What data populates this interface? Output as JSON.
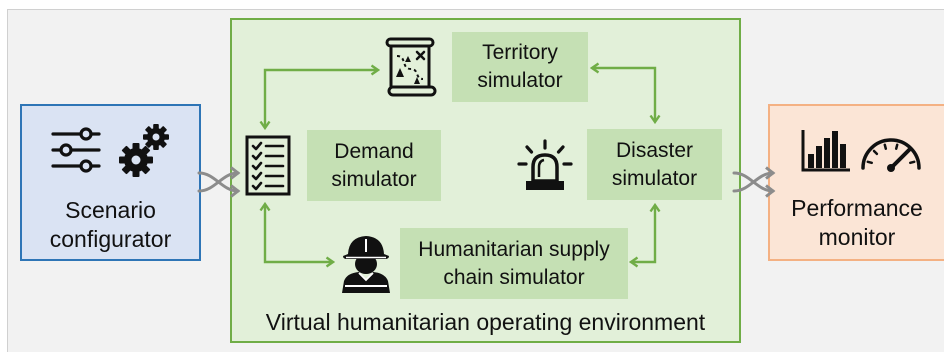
{
  "diagram": {
    "environment": {
      "label": "Virtual humanitarian operating environment"
    },
    "scenario_configurator": {
      "lines": [
        "Scenario",
        "configurator"
      ],
      "icons": [
        "sliders-icon",
        "gears-icon"
      ]
    },
    "performance_monitor": {
      "lines": [
        "Performance",
        "monitor"
      ],
      "icons": [
        "bar-chart-icon",
        "speedometer-icon"
      ]
    },
    "modules": {
      "territory": {
        "lines": [
          "Territory",
          "simulator"
        ],
        "icon": "map-icon"
      },
      "demand": {
        "lines": [
          "Demand",
          "simulator"
        ],
        "icon": "checklist-icon"
      },
      "disaster": {
        "lines": [
          "Disaster",
          "simulator"
        ],
        "icon": "siren-icon"
      },
      "supply_chain": {
        "lines": [
          "Humanitarian supply",
          "chain simulator"
        ],
        "icon": "rescue-worker-icon"
      }
    }
  },
  "colors": {
    "page-bg": "#f2f2f2",
    "container-fill": "#e2f0d9",
    "container-border": "#70ad47",
    "module-fill": "#c5e0b4",
    "configurator-fill": "#dae3f3",
    "configurator-border": "#2e75b6",
    "monitor-fill": "#fbe5d6",
    "monitor-border": "#f4b183",
    "flow-arrow": "#70ad47",
    "io-arrow": "#8c8c8c",
    "ink": "#111111"
  }
}
